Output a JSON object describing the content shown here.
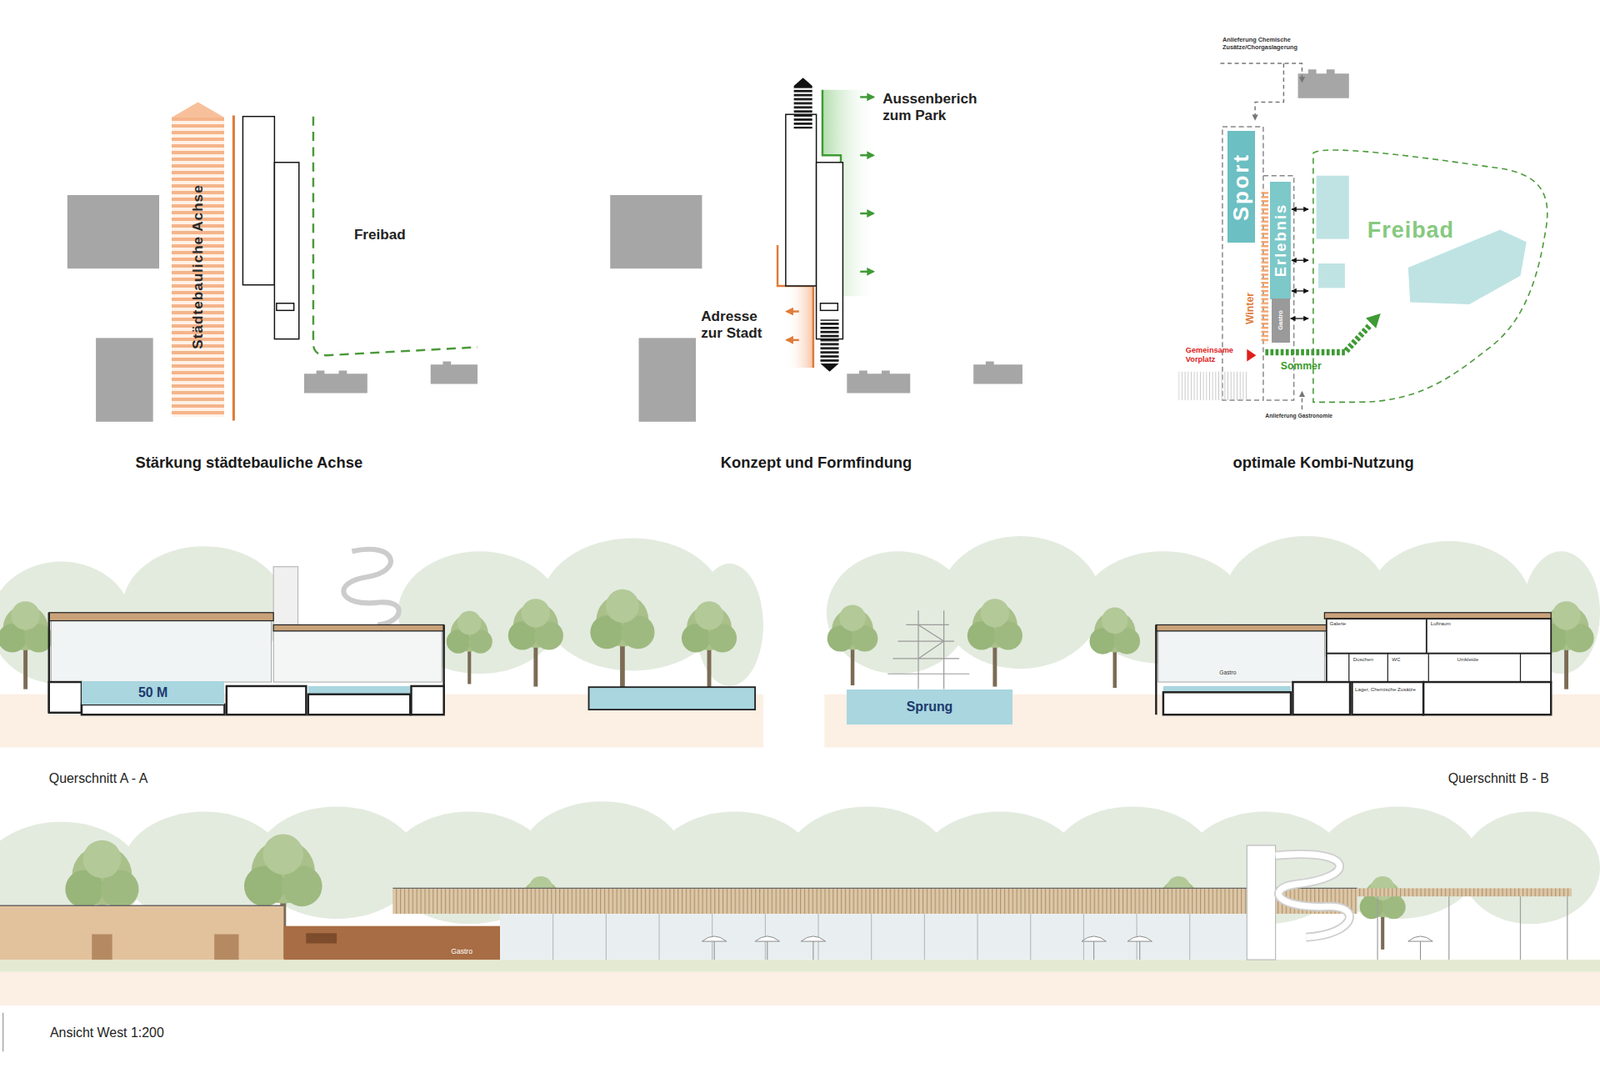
{
  "diagram": {
    "nodes": [
      {
        "text": [
          "Städtebauliche Achse"
        ]
      },
      {
        "text": [
          "Sport"
        ]
      },
      {
        "text": [
          "Erlebnis"
        ]
      },
      {
        "text": [
          "Gastro"
        ]
      },
      {
        "text": [
          "Freibad"
        ]
      },
      {
        "text": [
          "50 M"
        ]
      },
      {
        "text": [
          "Sprung"
        ]
      }
    ],
    "edges": [
      {
        "from": 2,
        "to": 4,
        "arrow": "both"
      },
      {
        "from": 2,
        "to": 4,
        "arrow": "both"
      },
      {
        "from": 2,
        "to": 4,
        "arrow": "both"
      },
      {
        "from": 3,
        "to": 4,
        "arrow": "both"
      }
    ],
    "labels": [
      "Freibad",
      "Stärkung städtebauliche Achse",
      "Aussenberich zum Park",
      "Adresse zur Stadt",
      "Konzept und Formfindung",
      "Anlieferung Chemische Zusätze/Chorgaslagerung",
      "Winter",
      "Gemeinsame Vorplatz",
      "Sommer",
      "Anlieferung Gastronomie",
      "optimale Kombi-Nutzung",
      "Gastro",
      "Galerie",
      "Luftraum",
      "Duschen",
      "WC",
      "Umkleide",
      "Lager, Chemische Zusätze",
      "Querschnitt A - A",
      "Querschnitt B - B",
      "Gastro",
      "Ansicht West 1:200"
    ]
  }
}
